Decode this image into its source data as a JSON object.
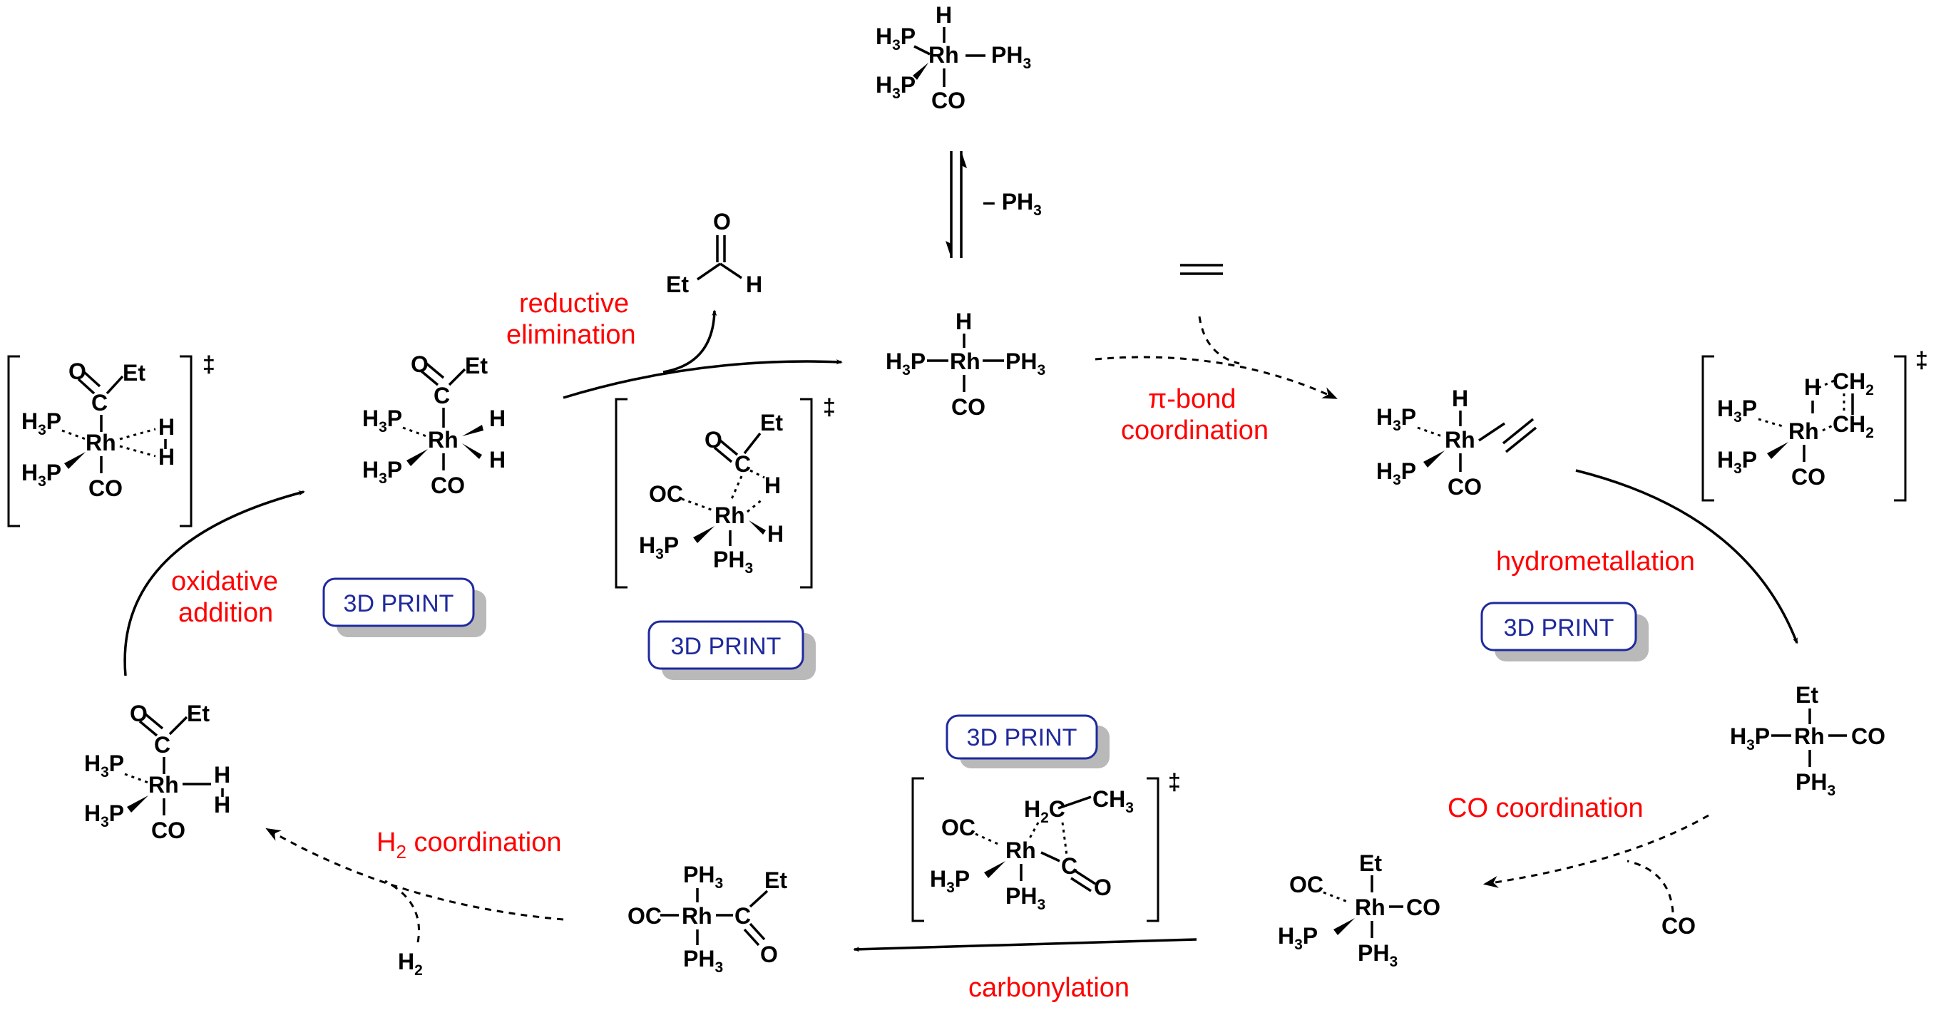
{
  "labels": {
    "reductive_1": "reductive",
    "reductive_2": "elimination",
    "pi_1": "π-bond",
    "pi_2": "coordination",
    "hydro": "hydrometallation",
    "oxidative_1": "oxidative",
    "oxidative_2": "addition",
    "co_coord": "CO coordination",
    "h2_pre": "H",
    "h2_sub": "2",
    "h2_post": " coordination",
    "carbonylation": "carbonylation",
    "minus_ph3": "– PH",
    "minus_ph3_sub": "3"
  },
  "buttons": [
    "3D PRINT",
    "3D PRINT",
    "3D PRINT",
    "3D PRINT"
  ],
  "atoms": {
    "H": "H",
    "Rh": "Rh",
    "CO": "CO",
    "OC": "OC",
    "Et": "Et",
    "O": "O",
    "C": "C",
    "H3": "H",
    "sub3": "3",
    "P": "P",
    "PH": "PH",
    "CH": "CH",
    "sub2": "2"
  },
  "ts_mark": "‡",
  "colors": {
    "label": "#ff0000",
    "button": "#1f2a9e",
    "shadow": "#b9b9b9"
  }
}
